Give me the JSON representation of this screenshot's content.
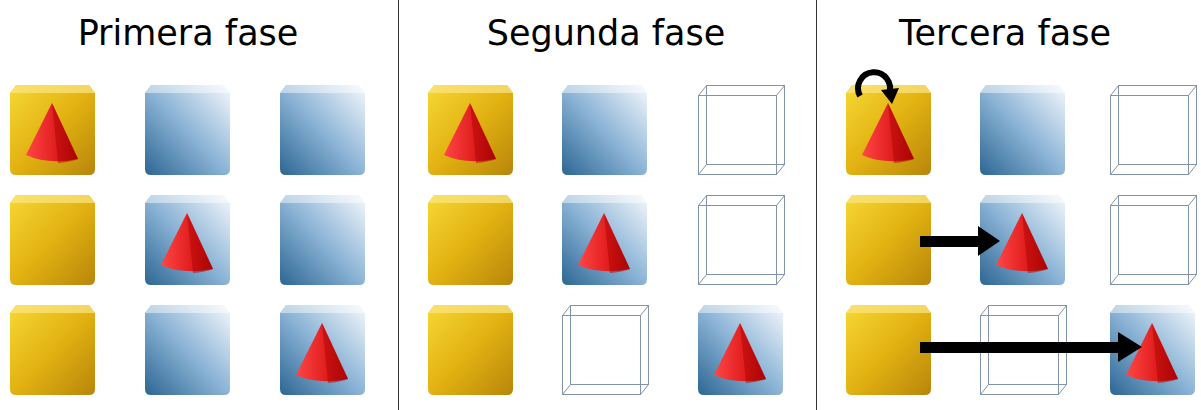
{
  "diagram": {
    "labels": [
      "Primera fase",
      "Segunda fase",
      "Tercera fase"
    ]
  }
}
